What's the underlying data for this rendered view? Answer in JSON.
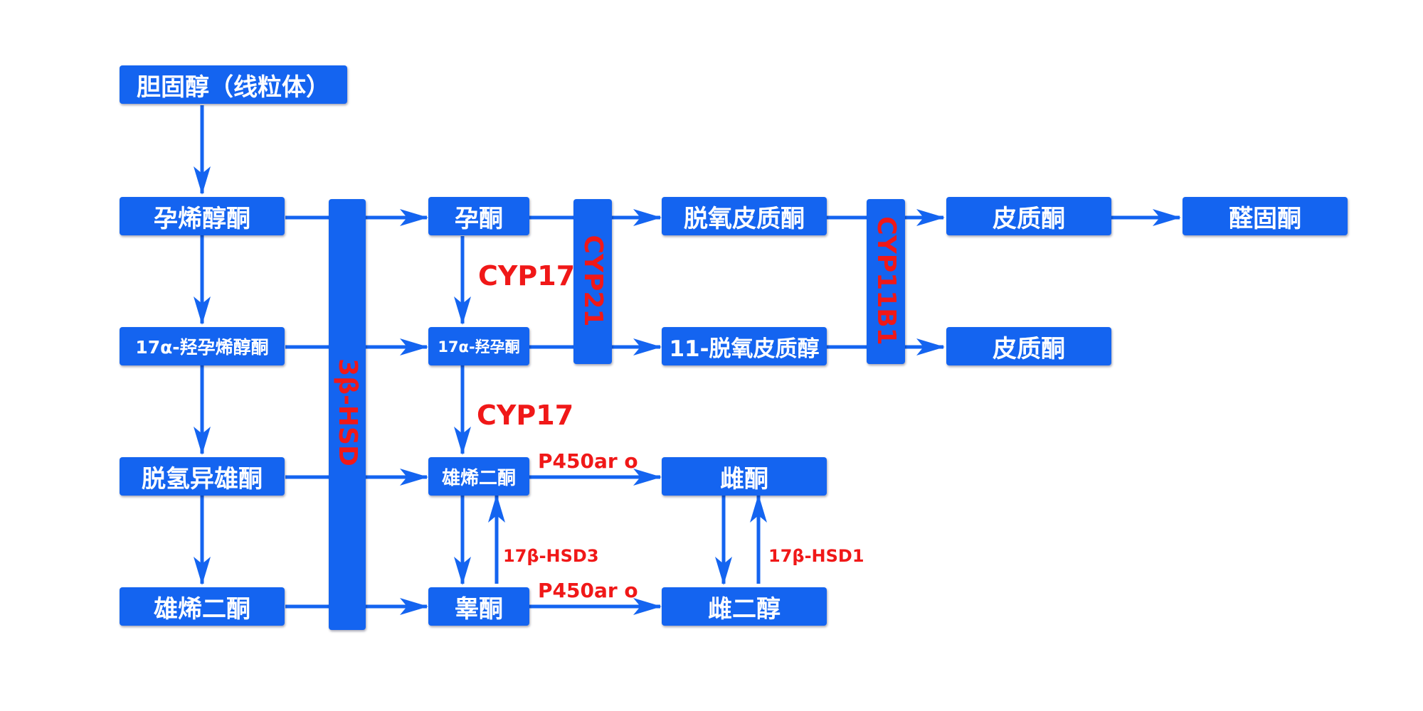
{
  "nodes": {
    "cholesterol": "胆固醇（线粒体）",
    "pregnenolone": "孕烯醇酮",
    "hydroxypregnenolone": "17α-羟孕烯醇酮",
    "dhea": "脱氢异雄酮",
    "androstenediol": "雄烯二酮",
    "progesterone": "孕酮",
    "hydroxyprogesterone": "17α-羟孕酮",
    "androstenedione": "雄烯二酮",
    "testosterone": "睾酮",
    "deoxycorticosterone": "脱氧皮质酮",
    "deoxycortisol": "11-脱氧皮质醇",
    "estrone": "雌酮",
    "estradiol": "雌二醇",
    "corticosterone": "皮质酮",
    "cortisol": "皮质酮",
    "aldosterone": "醛固酮"
  },
  "enzymes": {
    "hsd3b": "3β-HSD",
    "cyp21": "CYP21",
    "cyp11b1": "CYP11B1",
    "cyp17_top": "CYP17",
    "cyp17_mid": "CYP17",
    "aromatase_top": "P450ar o",
    "aromatase_bottom": "P450ar o",
    "hsd17b3": "17β-HSD3",
    "hsd17b1": "17β-HSD1"
  },
  "colors": {
    "box": "#1464f0",
    "arrow": "#1464f0",
    "enzyme_text": "#f01818",
    "box_text": "#ffffff"
  }
}
